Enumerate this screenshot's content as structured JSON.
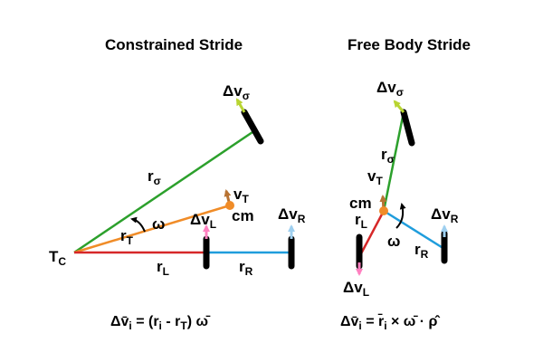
{
  "colors": {
    "green": "#2ca02c",
    "red": "#d62728",
    "blue": "#1f9ddc",
    "orange": "#f08c28",
    "brown": "#b87333",
    "pink": "#ff80c0",
    "lightblue": "#9ecfef",
    "yellowgreen": "#b8d432",
    "black": "#000000"
  },
  "left_panel": {
    "title": "Constrained Stride",
    "labels": {
      "T": "T",
      "T_sub": "C",
      "r_sigma": "r",
      "r_sigma_sub": "σ",
      "r_T": "r",
      "r_T_sub": "T",
      "omega": "ω",
      "r_L": "r",
      "r_L_sub": "L",
      "r_R": "r",
      "r_R_sub": "R",
      "dv_sigma": "Δv",
      "dv_sigma_sub": "σ",
      "dv_L": "Δv",
      "dv_L_sub": "L",
      "dv_R": "Δv",
      "dv_R_sub": "R",
      "v_T": "v",
      "v_T_sub": "T",
      "cm": "cm"
    },
    "equation": {
      "lhs": "Δv̄",
      "lhs_sub": "i",
      "mid1": " = (r",
      "mid1_sub": "i",
      "mid2": " - r",
      "mid2_sub": "T",
      "rhs": ") ω̄"
    }
  },
  "right_panel": {
    "title": "Free Body Stride",
    "labels": {
      "dv_sigma": "Δv",
      "dv_sigma_sub": "σ",
      "r_sigma": "r",
      "r_sigma_sub": "σ",
      "v_T": "v",
      "v_T_sub": "T",
      "cm": "cm",
      "r_L": "r",
      "r_L_sub": "L",
      "omega": "ω",
      "dv_R": "Δv",
      "dv_R_sub": "R",
      "r_R": "r",
      "r_R_sub": "R",
      "dv_L": "Δv",
      "dv_L_sub": "L"
    },
    "equation": {
      "lhs": "Δv̄",
      "lhs_sub": "i",
      "mid1": " = r̄",
      "mid1_sub": "i",
      "rhs": " × ω̄ · ρ̂"
    }
  }
}
